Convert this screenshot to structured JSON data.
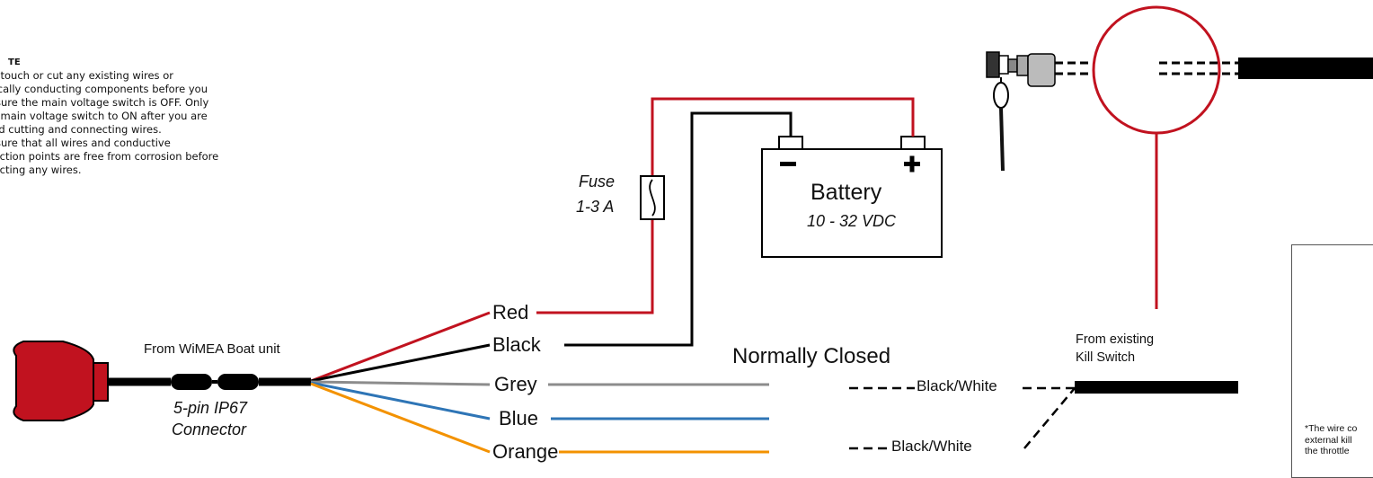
{
  "note": {
    "title": "TE",
    "lines": [
      "not touch or cut any existing wires or",
      "ctrically conducting components before you",
      "ke sure the main voltage switch is OFF. Only",
      " the main voltage switch to ON after you are",
      "shed cutting and connecting wires.",
      "ke sure that all wires and conductive",
      "nnection points are free from corrosion before",
      "nnecting any wires."
    ]
  },
  "fuse": {
    "label": "Fuse",
    "rating": "1-3 A"
  },
  "battery": {
    "label": "Battery",
    "voltage": "10 - 32 VDC",
    "neg_symbol": "−",
    "pos_symbol": "+"
  },
  "boat_unit": {
    "label": "From WiMEA Boat unit",
    "connector_line1": "5-pin IP67",
    "connector_line2": "Connector"
  },
  "wires": {
    "red": "Red",
    "black": "Black",
    "grey": "Grey",
    "blue": "Blue",
    "orange": "Orange"
  },
  "normally_closed": "Normally Closed",
  "kill_switch": {
    "line1": "From existing",
    "line2": "Kill Switch"
  },
  "black_white_top": "Black/White",
  "black_white_bottom": "Black/White",
  "footnote": {
    "line1": "*The wire co",
    "line2": "external kill",
    "line3": "the throttle"
  },
  "colors": {
    "red": "#c1121f",
    "black": "#000000",
    "grey": "#8c8c8c",
    "blue": "#2e75b6",
    "orange": "#f39200"
  }
}
